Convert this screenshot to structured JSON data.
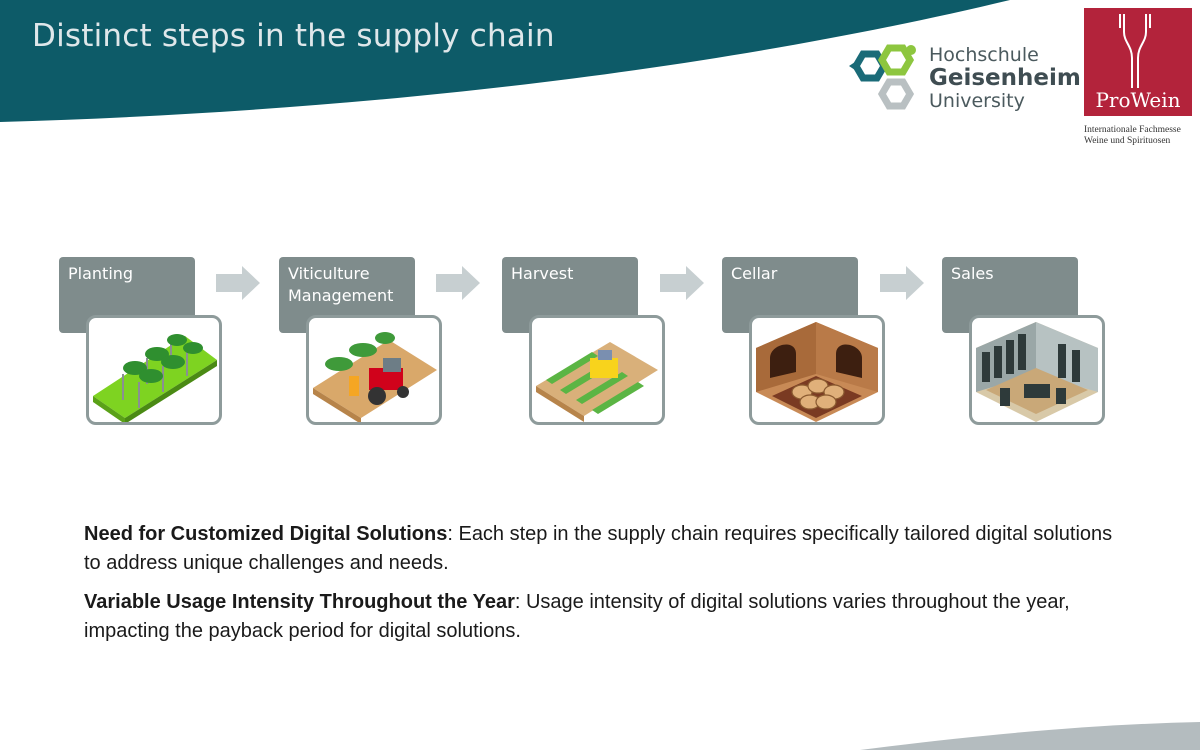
{
  "header": {
    "title": "Distinct steps in the supply chain",
    "band_color": "#0d5b68"
  },
  "logos": {
    "hochschule": {
      "line1": "Hochschule",
      "line2": "Geisenheim",
      "line3": "University",
      "mark_colors": [
        "#1a6b78",
        "#8dc63f",
        "#b9c0c2"
      ]
    },
    "prowein": {
      "name": "ProWein",
      "tagline_line1": "Internationale Fachmesse",
      "tagline_line2": "Weine und Spirituosen",
      "brand_color": "#b3233b"
    }
  },
  "steps": [
    {
      "label": "Planting",
      "icon": "vineyard-rows-icon"
    },
    {
      "label": "Viticulture Management",
      "icon": "tractor-vineyard-icon"
    },
    {
      "label": "Harvest",
      "icon": "grape-harvester-icon"
    },
    {
      "label": "Cellar",
      "icon": "barrel-cellar-icon"
    },
    {
      "label": "Sales",
      "icon": "wine-shop-icon"
    }
  ],
  "body": {
    "p1_bold": "Need for Customized Digital Solutions",
    "p1_rest": ": Each step in the supply chain requires specifically tailored digital solutions to address unique challenges and needs.",
    "p2_bold": "Variable Usage Intensity Throughout the Year",
    "p2_rest": ": Usage intensity of digital solutions varies throughout the year, impacting the payback period for digital solutions."
  },
  "colors": {
    "step_label_bg": "#7f8c8c",
    "step_border": "#8e9b9b",
    "arrow": "#c7cfd1",
    "footer_swoosh": "#b4bcbf"
  }
}
